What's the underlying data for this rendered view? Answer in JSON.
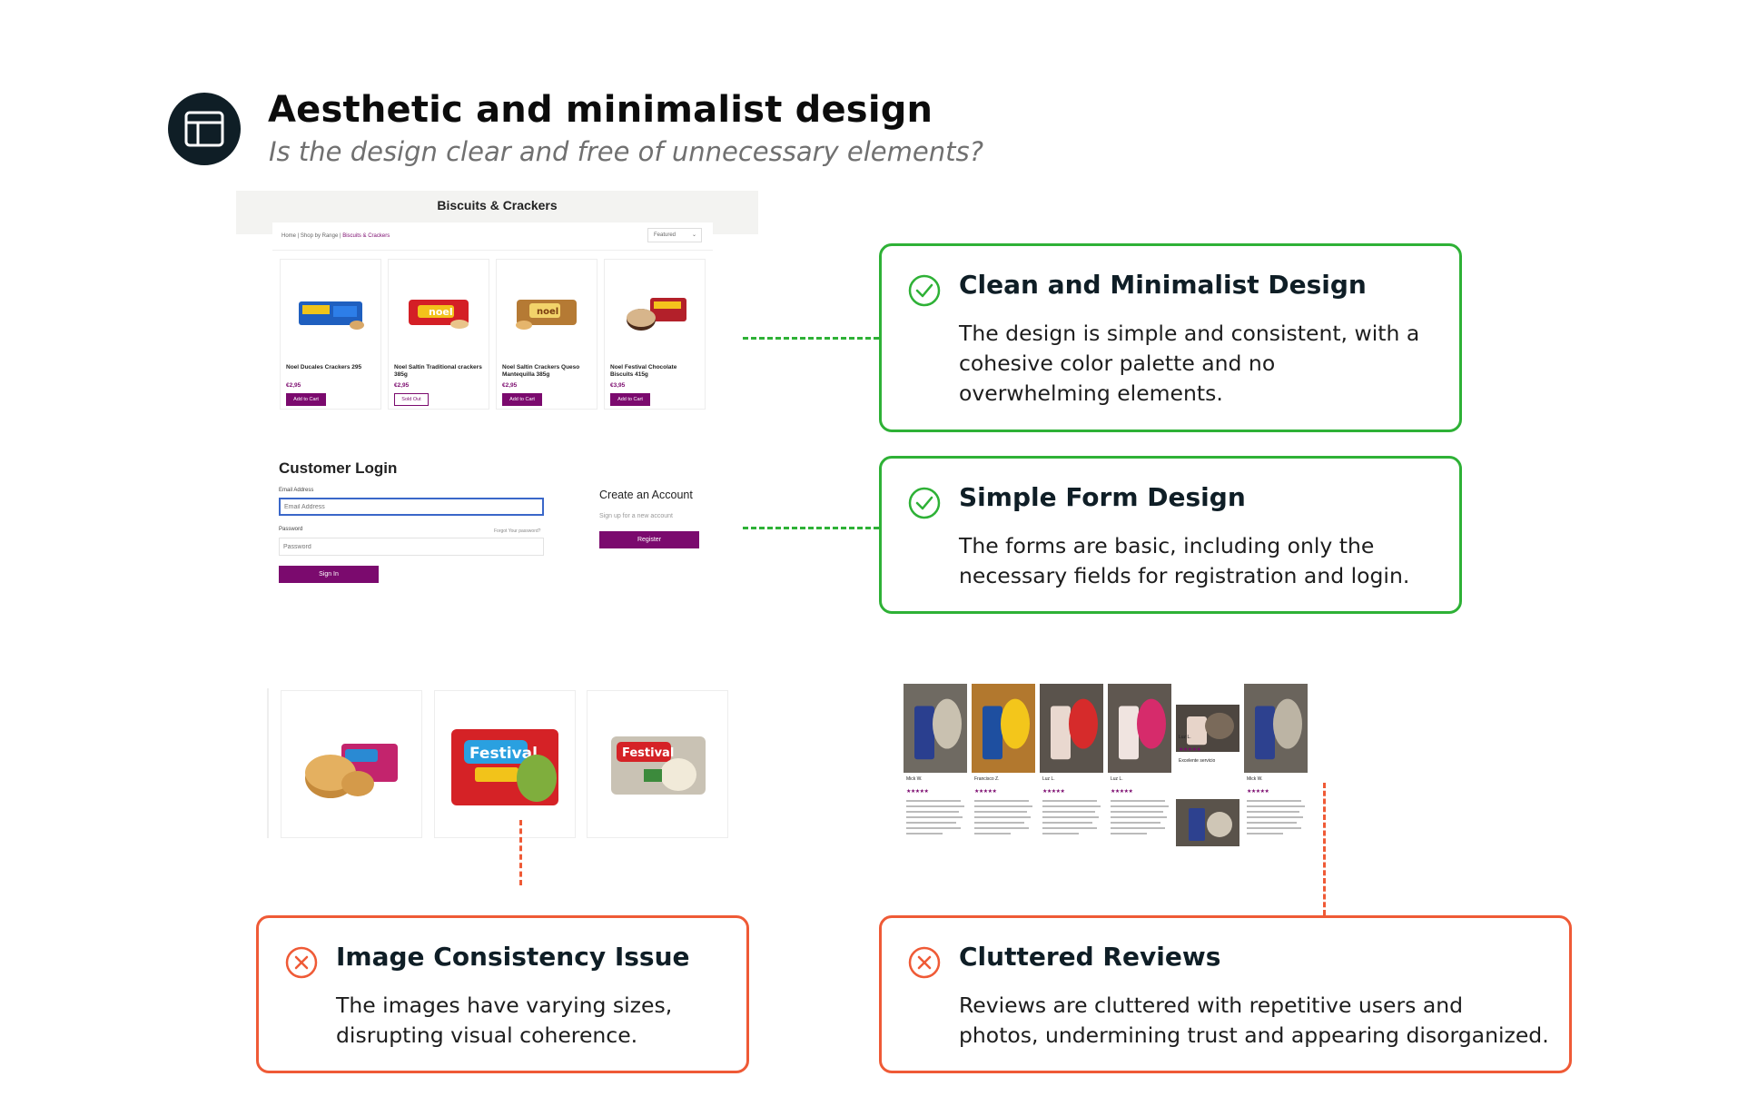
{
  "header": {
    "icon": "layout-icon",
    "title": "Aesthetic and minimalist design",
    "subtitle": "Is the design clear and free of unnecessary elements?"
  },
  "shop": {
    "banner_title": "Biscuits & Crackers",
    "breadcrumb": [
      "Home",
      "Shop by Range",
      "Biscuits & Crackers"
    ],
    "sort_label": "Featured",
    "products": [
      {
        "name": "Noel Ducales Crackers 295",
        "price": "€2,95",
        "button": "Add to Cart"
      },
      {
        "name": "Noel Saltin Traditional crackers 385g",
        "price": "€2,95",
        "button": "Sold Out"
      },
      {
        "name": "Noel Saltin Crackers Queso Mantequilla 385g",
        "price": "€2,95",
        "button": "Add to Cart"
      },
      {
        "name": "Noel Festival Chocolate Biscuits 415g",
        "price": "€3,95",
        "button": "Add to Cart"
      }
    ]
  },
  "login": {
    "title": "Customer Login",
    "email_label": "Email Address",
    "email_placeholder": "Email Address",
    "password_label": "Password",
    "password_placeholder": "Password",
    "forgot": "Forgot Your password?",
    "sign_in": "Sign In",
    "create_title": "Create an Account",
    "create_sub": "Sign up for a new account",
    "register": "Register"
  },
  "annotations": [
    {
      "icon": "check-circle-icon",
      "status": "good",
      "title": "Clean and Minimalist Design",
      "body": "The design is simple and consistent, with a cohesive color palette and no overwhelming elements."
    },
    {
      "icon": "check-circle-icon",
      "status": "good",
      "title": "Simple Form Design",
      "body": "The forms are basic, including only the necessary fields for registration and login."
    },
    {
      "icon": "x-circle-icon",
      "status": "bad",
      "title": "Image Consistency Issue",
      "body": "The images have varying sizes, disrupting visual coherence."
    },
    {
      "icon": "x-circle-icon",
      "status": "bad",
      "title": "Cluttered Reviews",
      "body": "Reviews are cluttered with repetitive users and photos, undermining trust and appearing disorganized."
    }
  ],
  "reviews": {
    "names": [
      "Mick W.",
      "Francisco Z.",
      "Luz L.",
      "Luz L.",
      "Luz L.",
      "Mick W."
    ],
    "stars": "★★★★★",
    "quote": "Excelente servicio"
  },
  "colors": {
    "accent": "#7b0a6e",
    "good": "#2eb136",
    "bad": "#ef5a36",
    "dark": "#0f1e26"
  }
}
